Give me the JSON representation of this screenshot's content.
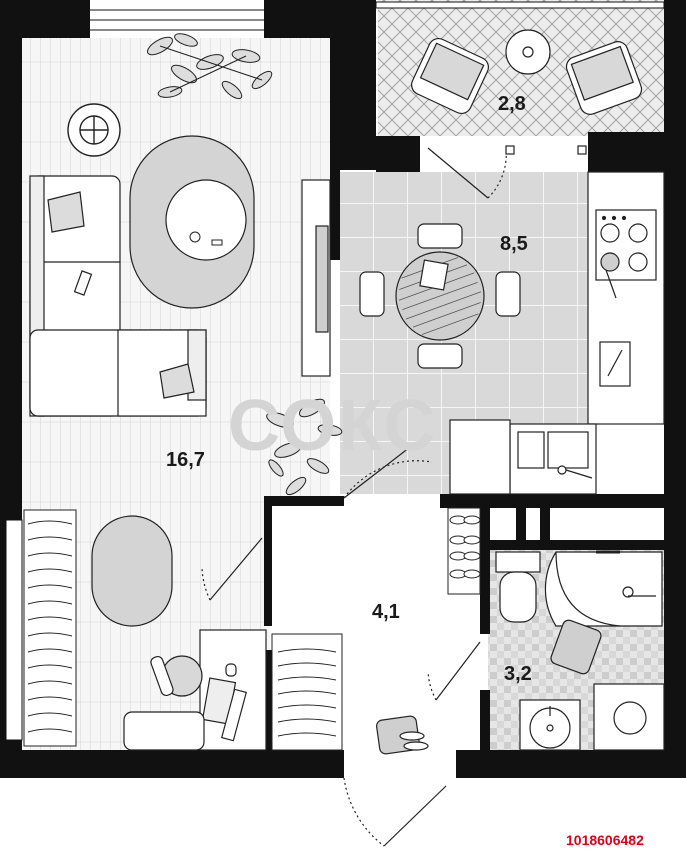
{
  "watermark": "СОКС",
  "listing_id": "1018606482",
  "rooms": [
    {
      "key": "living",
      "area": "16,7"
    },
    {
      "key": "kitchen",
      "area": "8,5"
    },
    {
      "key": "balcony",
      "area": "2,8"
    },
    {
      "key": "hall",
      "area": "4,1"
    },
    {
      "key": "bathroom",
      "area": "3,2"
    }
  ],
  "colors": {
    "wall": "#111111",
    "floor_tile": "#d9d9d9",
    "bath_tile": "#cfcfcf",
    "parquet": "#f3f3f3",
    "accent": "#e0001a"
  }
}
